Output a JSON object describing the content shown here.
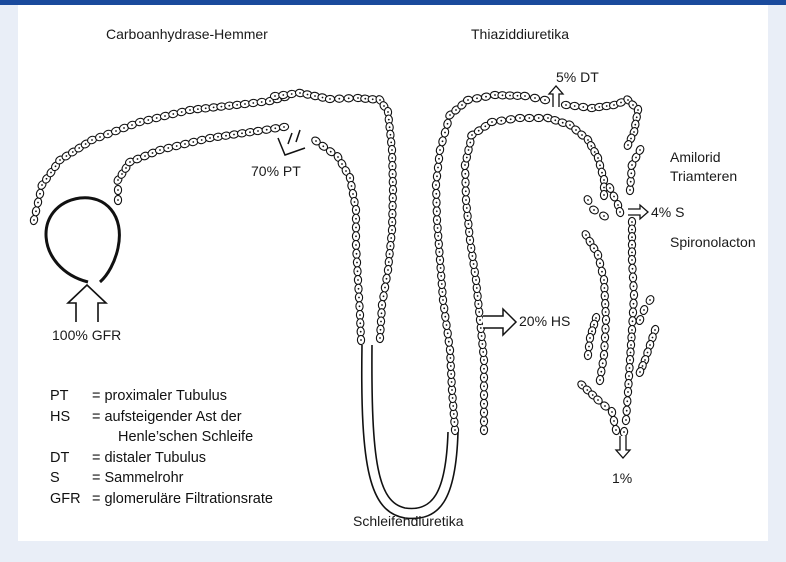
{
  "diagram": {
    "labels": {
      "carbo": "Carboanhydrase-Hemmer",
      "thiazid": "Thiaziddiuretika",
      "dt5": "5% DT",
      "amilorid": "Amilorid",
      "triamteren": "Triamteren",
      "s4": "4% S",
      "spirono": "Spironolacton",
      "pt70": "70% PT",
      "gfr100": "100% GFR",
      "hs20": "20% HS",
      "one": "1%",
      "schleifen": "Schleifendiuretika"
    },
    "legend": [
      {
        "abbr": "PT",
        "text": "= proximaler Tubulus"
      },
      {
        "abbr": "HS",
        "text": "= aufsteigender Ast der"
      },
      {
        "abbr": "",
        "text": "Henle’schen Schleife"
      },
      {
        "abbr": "DT",
        "text": "= distaler Tubulus"
      },
      {
        "abbr": "S",
        "text": "= Sammelrohr"
      },
      {
        "abbr": "GFR",
        "text": "= glomeruläre Filtrationsrate"
      }
    ],
    "colors": {
      "accent_bar": "#1a4a9c",
      "side_panel": "#e9eef7",
      "ink": "#111111"
    }
  }
}
